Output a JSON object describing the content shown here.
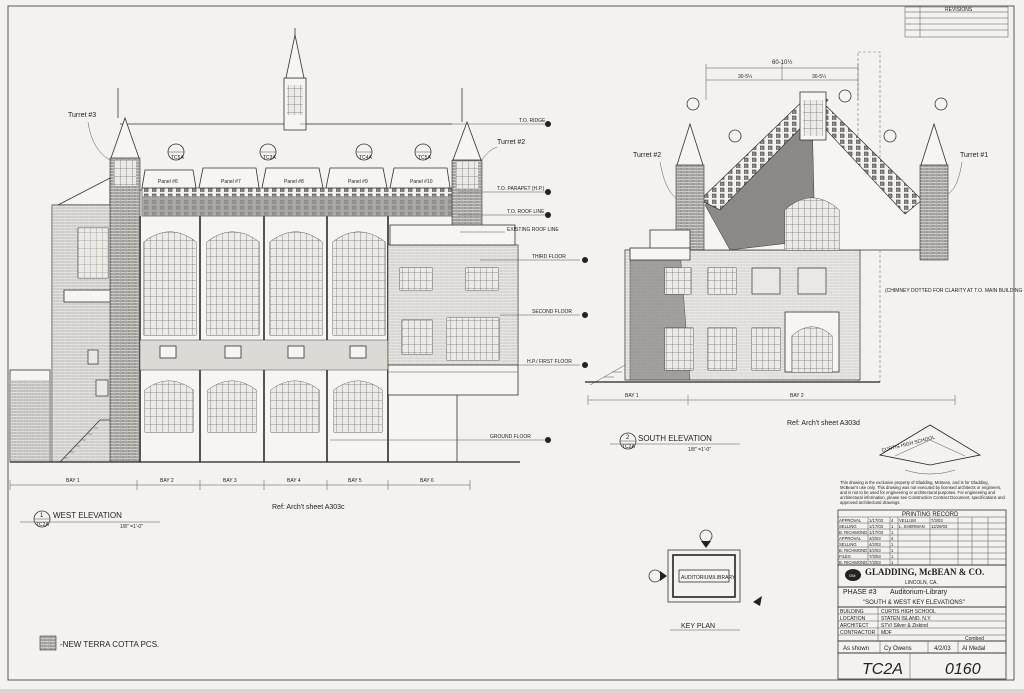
{
  "revisions_header": "REVISIONS",
  "west_elevation": {
    "number": "1",
    "sheet_ref": "TC2A",
    "title": "WEST ELEVATION",
    "scale": "1/8\" =1'-0\"",
    "ref": "Ref: Arch't sheet A303c",
    "turret_left": "Turret #3",
    "turret_right": "Turret #2",
    "panels": [
      "Panel #6",
      "Panel #7",
      "Panel #8",
      "Panel #9",
      "Panel #10"
    ],
    "callout_tags": [
      "TC5A",
      "TC3A",
      "TC4A",
      "TC5A"
    ],
    "level_labels": [
      "T.O. RIDGE",
      "T.O. PARAPET (H.P.)",
      "T.O. ROOF LINE",
      "EXISTING ROOF LINE",
      "THIRD FLOOR",
      "SECOND FLOOR",
      "H.P./ FIRST FLOOR",
      "GROUND FLOOR"
    ],
    "bays": [
      "BAY 1",
      "BAY 2",
      "BAY 3",
      "BAY 4",
      "BAY 5",
      "BAY 6"
    ]
  },
  "south_elevation": {
    "number": "2",
    "sheet_ref": "TC2A",
    "title": "SOUTH ELEVATION",
    "scale": "1/8\" =1'-0\"",
    "ref": "Ref: Arch't sheet A303d",
    "turret_left": "Turret #2",
    "turret_right": "Turret #1",
    "dim_total": "60-10½",
    "dim_left": "30-5¼",
    "dim_right": "30-5¼",
    "chimney_note": "(CHIMNEY DOTTED FOR CLARITY AT T.O. MAIN BUILDING",
    "bays": [
      "BAY 1",
      "BAY 2"
    ]
  },
  "school_logo": "CURTIS HIGH SCHOOL",
  "disclaimer": "This drawing is the exclusive property of Gladding, McBean, and is for Gladding, McBean's use only. This drawing was not executed by licensed architects or engineers, and is not to be used for engineering or architectural purposes. For engineering and architectural information, please see Construction Contract Document, specifications and approved architectural drawings.",
  "printing_record": {
    "title": "PRINTING RECORD",
    "rows": [
      [
        "APPROVAL",
        "1/17/03",
        "4",
        "VELLUM",
        "7/3/03"
      ],
      [
        "SELLING",
        "1/17/03",
        "1",
        "L. SHERMAN",
        "12/29/03"
      ],
      [
        "B. RICHMOND",
        "1/17/03",
        "1",
        "",
        ""
      ],
      [
        "APPROVAL",
        "4/2/03",
        "4",
        "",
        ""
      ],
      [
        "SELLING",
        "4/2/03",
        "1",
        "",
        ""
      ],
      [
        "B. RICHMOND",
        "4/2/03",
        "1",
        "",
        ""
      ],
      [
        "FILES",
        "7/3/03",
        "1",
        "",
        ""
      ],
      [
        "B. RICHMOND",
        "7/3/03",
        "1",
        "",
        ""
      ]
    ]
  },
  "company": {
    "name": "GLADDING, McBEAN & CO.",
    "location": "LINCOLN, CA."
  },
  "project": {
    "phase": "PHASE #3",
    "building": "Auditorium-Library",
    "sheet_title": "\"SOUTH & WEST KEY ELEVATIONS\"",
    "fields": [
      [
        "BUILDING",
        "CURTIS HIGH SCHOOL"
      ],
      [
        "LOCATION",
        "STATEN ISLAND, N.Y."
      ],
      [
        "ARCHITECT",
        "STV/ Silver & Ziskind"
      ],
      [
        "CONTRACTOR",
        "MDF"
      ]
    ],
    "combed": "Combed",
    "scale": "As shown",
    "drawn_by": "Cy Owens",
    "date": "4/2/03",
    "checked_by": "Al Medal",
    "sheet_no": "TC2A",
    "job_no": "0160"
  },
  "key_plan": {
    "label": "AUDITORIUM/LIBRARY",
    "title": "KEY PLAN"
  },
  "legend": "-NEW TERRA COTTA PCS."
}
